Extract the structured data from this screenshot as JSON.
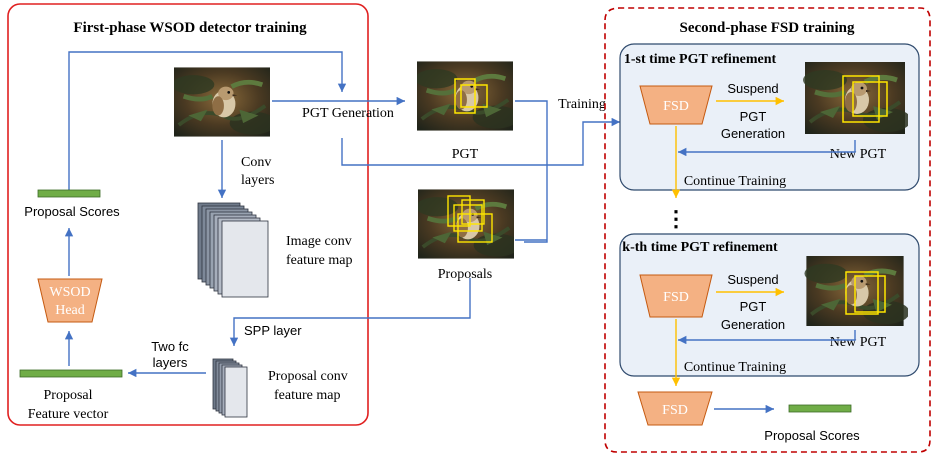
{
  "phase1": {
    "title": "First-phase WSOD detector training",
    "pgt_generation": "PGT Generation",
    "conv_layers_1": "Conv",
    "conv_layers_2": "layers",
    "image_conv_1": "Image conv",
    "image_conv_2": "feature map",
    "proposal_scores": "Proposal Scores",
    "wsod_head_1": "WSOD",
    "wsod_head_2": "Head",
    "spp_layer": "SPP layer",
    "two_fc_1": "Two fc",
    "two_fc_2": "layers",
    "proposal_conv_1": "Proposal conv",
    "proposal_conv_2": "feature map",
    "proposal_feature_1": "Proposal",
    "proposal_feature_2": "Feature vector"
  },
  "middle": {
    "pgt": "PGT",
    "proposals": "Proposals",
    "training": "Training"
  },
  "phase2": {
    "title": "Second-phase FSD training",
    "refine1_title": "1-st time PGT refinement",
    "refinek_title": "k-th time PGT refinement",
    "fsd": "FSD",
    "suspend": "Suspend",
    "pgt_gen_1": "PGT",
    "pgt_gen_2": "Generation",
    "new_pgt": "New PGT",
    "continue_training": "Continue Training",
    "ellipsis": "⋮",
    "proposal_scores": "Proposal Scores"
  },
  "colors": {
    "red_border": "#e02020",
    "dark_red_dashed": "#c00000",
    "blue_arrow": "#4472c4",
    "orange_arrow": "#ffc000",
    "fsd_fill": "#f4b183",
    "green_bar": "#70ad47",
    "panel_fill": "#eaf0f8",
    "panel_border": "#2f4a6d",
    "box_yellow": "#ffe600"
  }
}
